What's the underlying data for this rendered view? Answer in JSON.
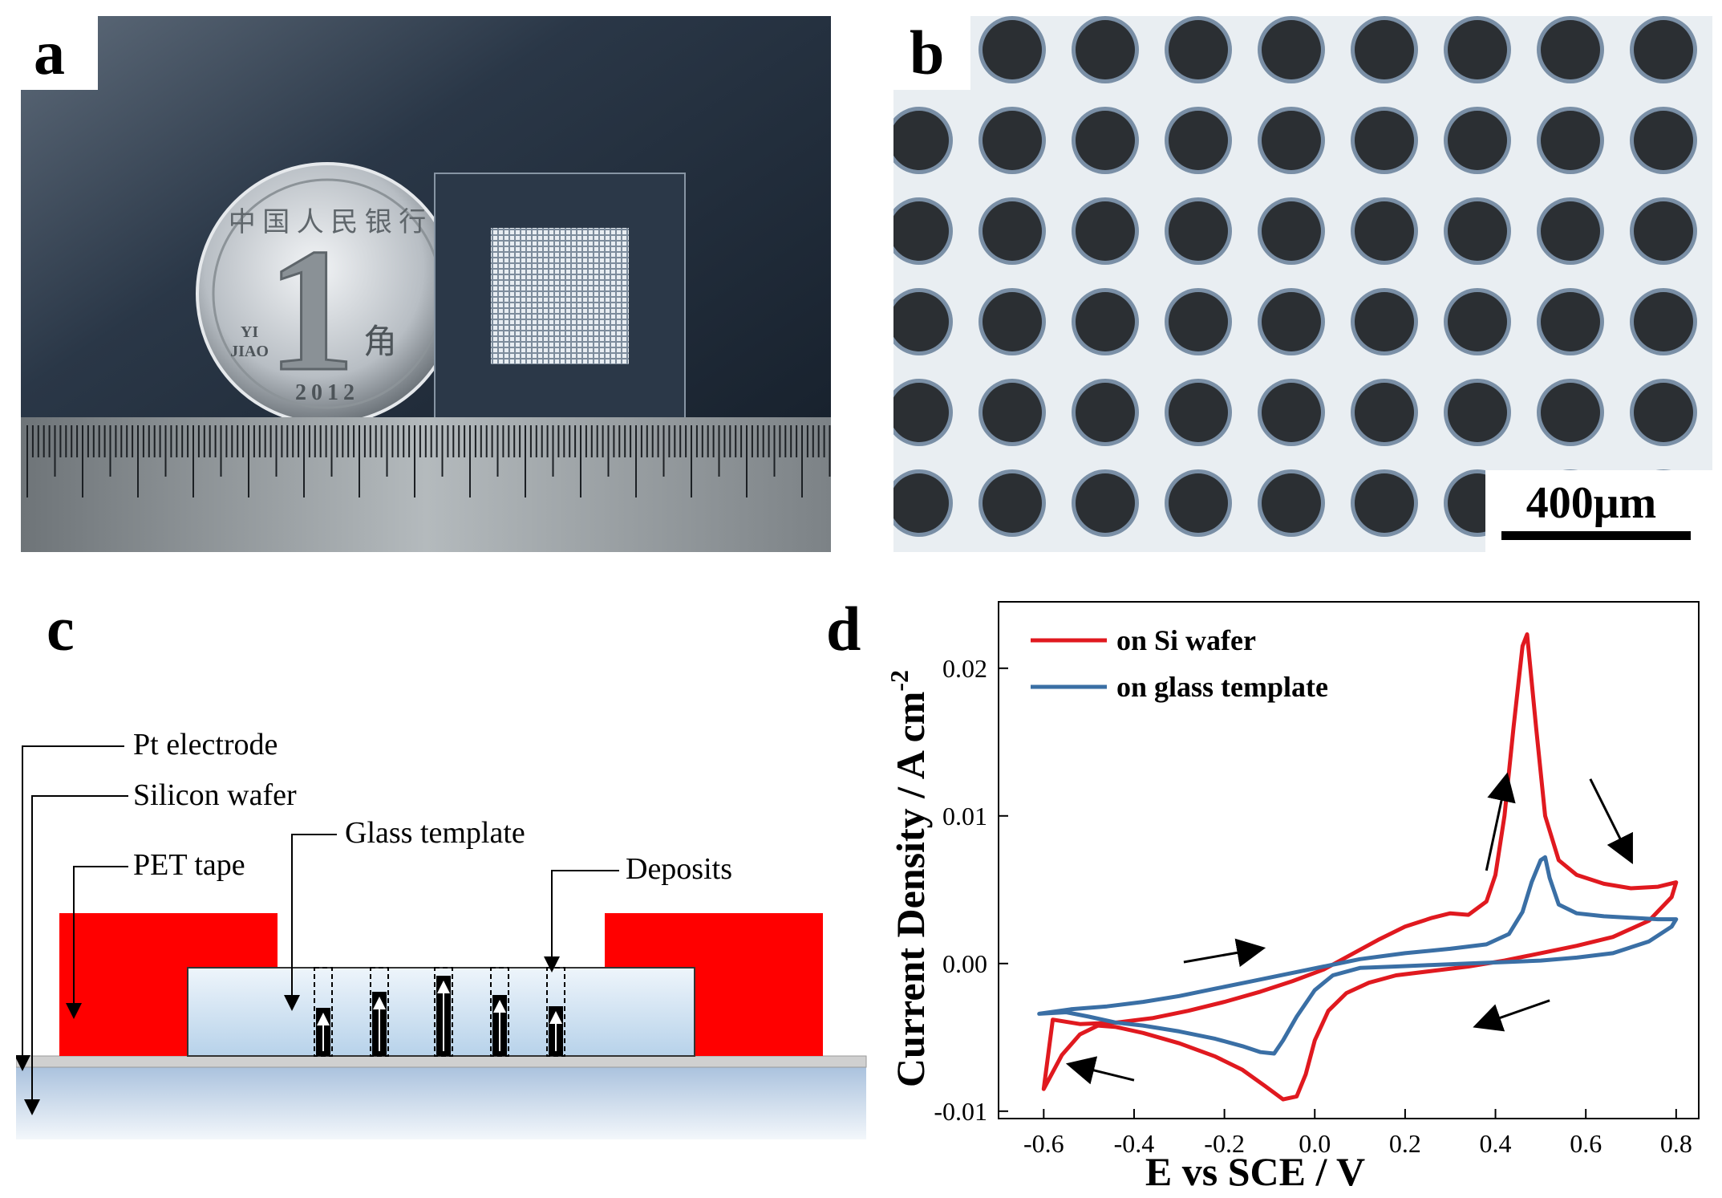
{
  "panels": {
    "a": {
      "letter": "a",
      "coin": {
        "numeral": "1",
        "denomination_chars": "角",
        "pinyin_top": "YI",
        "pinyin_bottom": "JIAO",
        "year": "2012",
        "rim_text": "中 国 人 民 银 行"
      },
      "colors": {
        "fabric": "#1e2a3a",
        "ruler": "#9aa0a4",
        "coin": "#c9ced3"
      }
    },
    "b": {
      "letter": "b",
      "scale_bar_label": "400μm",
      "grid": {
        "rows": 6,
        "cols": 9
      },
      "colors": {
        "background": "#e8eef2",
        "dot": "#2b2f33"
      }
    },
    "c": {
      "letter": "c",
      "labels": {
        "pt_electrode": "Pt electrode",
        "silicon_wafer": "Silicon wafer",
        "pet_tape": "PET tape",
        "glass_template": "Glass template",
        "deposits": "Deposits"
      },
      "colors": {
        "pet_tape": "#ff0000",
        "glass": "#d4e6f5",
        "wafer_top": "#cfcfcf",
        "wafer": "#b7cde6"
      }
    },
    "d": {
      "letter": "d",
      "chart_data": {
        "type": "line",
        "xlabel": "E vs SCE / V",
        "ylabel": "Current Density / A cm",
        "ylabel_sup": "-2",
        "xlim": [
          -0.7,
          0.85
        ],
        "ylim": [
          -0.0105,
          0.0245
        ],
        "xticks": [
          -0.6,
          -0.4,
          -0.2,
          0.0,
          0.2,
          0.4,
          0.6,
          0.8
        ],
        "xtick_labels": [
          "-0.6",
          "-0.4",
          "-0.2",
          "0.0",
          "0.2",
          "0.4",
          "0.6",
          "0.8"
        ],
        "yticks": [
          -0.01,
          0.0,
          0.01,
          0.02
        ],
        "ytick_labels": [
          "-0.01",
          "0.00",
          "0.01",
          "0.02"
        ],
        "legend_position": "top-left",
        "series": [
          {
            "name": "on Si wafer",
            "color": "#e0191f",
            "points": [
              [
                -0.6,
                -0.0085
              ],
              [
                -0.56,
                -0.0062
              ],
              [
                -0.52,
                -0.0048
              ],
              [
                -0.48,
                -0.0042
              ],
              [
                -0.44,
                -0.0043
              ],
              [
                -0.38,
                -0.0047
              ],
              [
                -0.3,
                -0.0054
              ],
              [
                -0.22,
                -0.0063
              ],
              [
                -0.16,
                -0.0072
              ],
              [
                -0.11,
                -0.0083
              ],
              [
                -0.07,
                -0.0092
              ],
              [
                -0.04,
                -0.009
              ],
              [
                -0.02,
                -0.0075
              ],
              [
                0.0,
                -0.0052
              ],
              [
                0.03,
                -0.0032
              ],
              [
                0.07,
                -0.002
              ],
              [
                0.12,
                -0.0013
              ],
              [
                0.18,
                -0.0008
              ],
              [
                0.26,
                -0.0005
              ],
              [
                0.34,
                -0.0002
              ],
              [
                0.42,
                0.0002
              ],
              [
                0.5,
                0.0007
              ],
              [
                0.58,
                0.0012
              ],
              [
                0.66,
                0.0018
              ],
              [
                0.74,
                0.0029
              ],
              [
                0.79,
                0.0045
              ],
              [
                0.8,
                0.0055
              ],
              [
                0.76,
                0.0052
              ],
              [
                0.7,
                0.0051
              ],
              [
                0.64,
                0.0054
              ],
              [
                0.58,
                0.006
              ],
              [
                0.54,
                0.007
              ],
              [
                0.51,
                0.01
              ],
              [
                0.49,
                0.016
              ],
              [
                0.47,
                0.0223
              ],
              [
                0.46,
                0.0215
              ],
              [
                0.44,
                0.016
              ],
              [
                0.42,
                0.01
              ],
              [
                0.4,
                0.006
              ],
              [
                0.38,
                0.0042
              ],
              [
                0.34,
                0.0033
              ],
              [
                0.3,
                0.0034
              ],
              [
                0.26,
                0.0031
              ],
              [
                0.2,
                0.0025
              ],
              [
                0.14,
                0.0016
              ],
              [
                0.08,
                0.0006
              ],
              [
                0.02,
                -0.0004
              ],
              [
                -0.05,
                -0.0012
              ],
              [
                -0.12,
                -0.0019
              ],
              [
                -0.2,
                -0.0026
              ],
              [
                -0.28,
                -0.0032
              ],
              [
                -0.36,
                -0.0037
              ],
              [
                -0.44,
                -0.004
              ],
              [
                -0.52,
                -0.0041
              ],
              [
                -0.58,
                -0.0038
              ]
            ]
          },
          {
            "name": "on glass template",
            "color": "#3a6fa5",
            "points": [
              [
                -0.61,
                -0.0034
              ],
              [
                -0.55,
                -0.0033
              ],
              [
                -0.5,
                -0.0036
              ],
              [
                -0.44,
                -0.004
              ],
              [
                -0.38,
                -0.0042
              ],
              [
                -0.3,
                -0.0046
              ],
              [
                -0.22,
                -0.0051
              ],
              [
                -0.16,
                -0.0056
              ],
              [
                -0.12,
                -0.006
              ],
              [
                -0.09,
                -0.0061
              ],
              [
                -0.07,
                -0.0052
              ],
              [
                -0.04,
                -0.0036
              ],
              [
                0.0,
                -0.0018
              ],
              [
                0.04,
                -0.0008
              ],
              [
                0.1,
                -0.0003
              ],
              [
                0.18,
                -0.0002
              ],
              [
                0.26,
                -0.0001
              ],
              [
                0.34,
                0.0
              ],
              [
                0.42,
                0.0001
              ],
              [
                0.5,
                0.0002
              ],
              [
                0.58,
                0.0004
              ],
              [
                0.66,
                0.0007
              ],
              [
                0.74,
                0.0015
              ],
              [
                0.79,
                0.0025
              ],
              [
                0.8,
                0.003
              ],
              [
                0.76,
                0.003
              ],
              [
                0.7,
                0.0031
              ],
              [
                0.64,
                0.0032
              ],
              [
                0.58,
                0.0034
              ],
              [
                0.54,
                0.004
              ],
              [
                0.52,
                0.0058
              ],
              [
                0.51,
                0.0072
              ],
              [
                0.5,
                0.007
              ],
              [
                0.48,
                0.0055
              ],
              [
                0.46,
                0.0035
              ],
              [
                0.43,
                0.002
              ],
              [
                0.38,
                0.0013
              ],
              [
                0.3,
                0.001
              ],
              [
                0.2,
                0.0007
              ],
              [
                0.1,
                0.0003
              ],
              [
                0.02,
                -0.0002
              ],
              [
                -0.06,
                -0.0007
              ],
              [
                -0.14,
                -0.0012
              ],
              [
                -0.22,
                -0.0017
              ],
              [
                -0.3,
                -0.0022
              ],
              [
                -0.38,
                -0.0026
              ],
              [
                -0.46,
                -0.0029
              ],
              [
                -0.54,
                -0.0031
              ],
              [
                -0.61,
                -0.0034
              ]
            ]
          }
        ]
      }
    }
  }
}
